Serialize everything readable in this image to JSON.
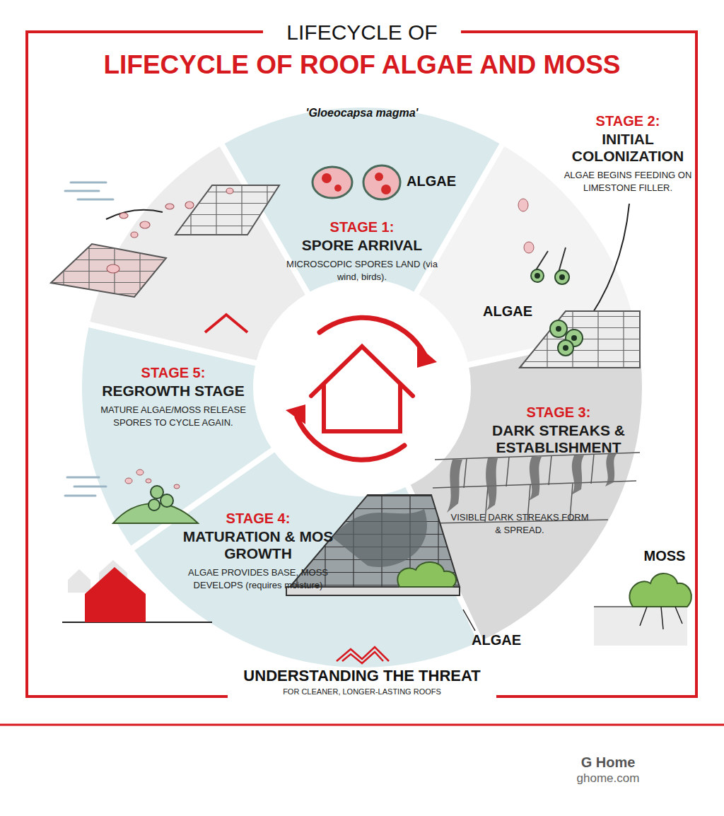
{
  "diagram": {
    "title": "LIFECYCLE OF ROOF ALGAE AND MOSS",
    "nodes": [
      {
        "text": [
          "STAGE 1:",
          "SPORE ARRIVAL",
          "MICROSCOPIC SPORES LAND (via wind, birds)."
        ]
      },
      {
        "text": [
          "STAGE 2:",
          "INITIAL COLONIZATION",
          "ALGAE BEGINS FEEDING ON LIMESTONE FILLER."
        ]
      },
      {
        "text": [
          "STAGE 3:",
          "DARK STREAKS & ESTABLISHMENT",
          "VISIBLE DARK STREAKS FORM & SPREAD."
        ]
      },
      {
        "text": [
          "STAGE 4:",
          "MATURATION & MOS GROWTH",
          "ALGAE PROVIDES BASE, MOSS DEVELOPS (requires moisture)"
        ]
      },
      {
        "text": [
          "STAGE 5:",
          "REGROWTH STAGE",
          "MATURE ALGAE/MOSS RELEASE SPORES TO CYCLE AGAIN."
        ]
      }
    ],
    "labels": [
      "LIFECYCLE OF",
      "'Gloeocapsa magma'",
      "ALGAE",
      "ALGAE",
      "MOSS",
      "ALGAE",
      "UNDERSTANDING THE THREAT",
      "FOR CLEANER, LONGER-LASTING ROOFS",
      "G Home",
      "ghome.com"
    ]
  }
}
